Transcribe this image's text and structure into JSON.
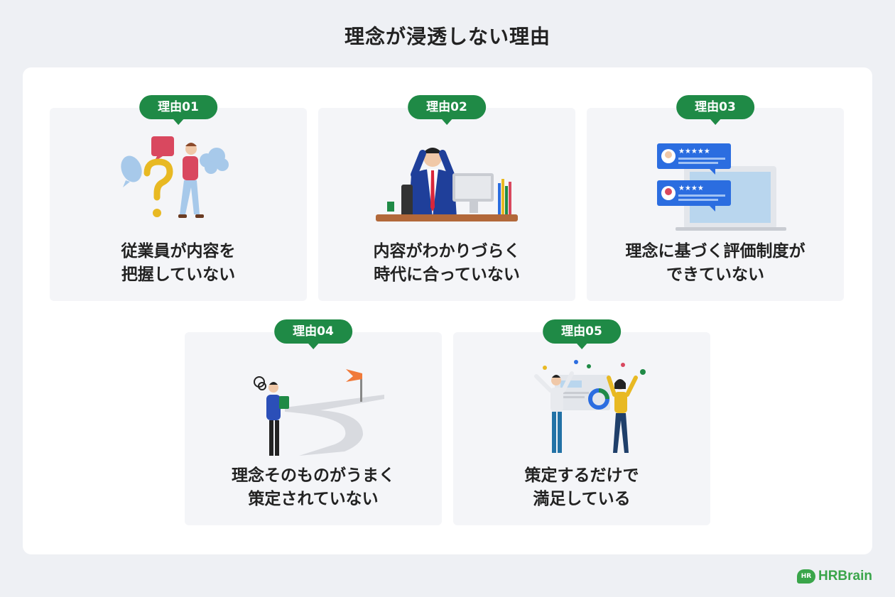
{
  "title": "理念が浸透しない理由",
  "reasons": [
    {
      "badge": "理由01",
      "line1": "従業員が内容を",
      "line2": "把握していない"
    },
    {
      "badge": "理由02",
      "line1": "内容がわかりづらく",
      "line2": "時代に合っていない"
    },
    {
      "badge": "理由03",
      "line1": "理念に基づく評価制度が",
      "line2": "できていない"
    },
    {
      "badge": "理由04",
      "line1": "理念そのものがうまく",
      "line2": "策定されていない"
    },
    {
      "badge": "理由05",
      "line1": "策定するだけで",
      "line2": "満足している"
    }
  ],
  "brand": {
    "mark": "HR",
    "name": "HRBrain"
  },
  "colors": {
    "accent": "#1f8a46",
    "brand": "#3aa54a",
    "card_bg": "#f4f5f8",
    "page_bg": "#eef0f4"
  },
  "icons": [
    "confused-person-icon",
    "stressed-worker-icon",
    "review-rating-icon",
    "lost-road-icon",
    "celebrating-team-icon"
  ]
}
